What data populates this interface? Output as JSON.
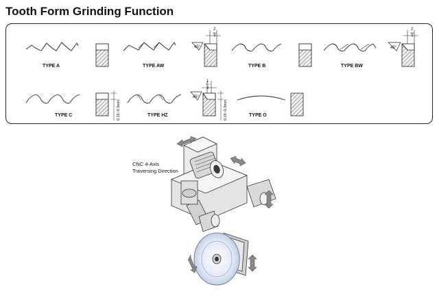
{
  "title": "Tooth Form Grinding Function",
  "types": [
    {
      "key": "a",
      "label": "TYPE A"
    },
    {
      "key": "aw",
      "label": "TYPE AW"
    },
    {
      "key": "b",
      "label": "TYPE B"
    },
    {
      "key": "bw",
      "label": "TYPE BW"
    },
    {
      "key": "c",
      "label": "TYPE C"
    },
    {
      "key": "hz",
      "label": "TYPE HZ"
    },
    {
      "key": "o",
      "label": "TYPE O"
    }
  ],
  "annotations": {
    "angle": "45°",
    "fraction_num": "2",
    "fraction_den": "3",
    "fraction_num_hz": "1",
    "fraction_den_hz": "3",
    "depth": "0.15~0.3mm"
  },
  "machine": {
    "label_line1": "CNC 4-Axis",
    "label_line2": "Traversing Direction"
  }
}
